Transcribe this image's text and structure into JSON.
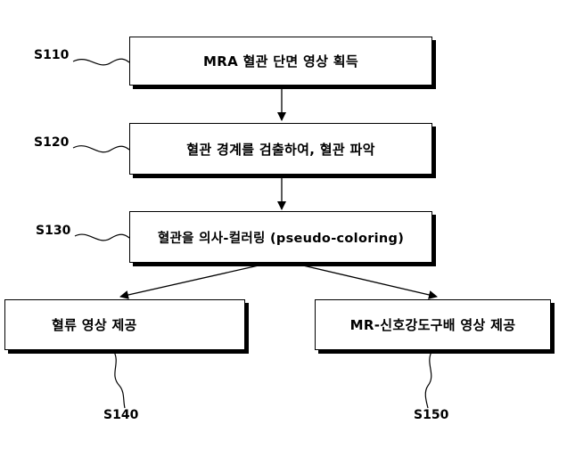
{
  "steps": {
    "s110": {
      "id": "S110",
      "text": "MRA 혈관 단면 영상 획득"
    },
    "s120": {
      "id": "S120",
      "text": "혈관 경계를 검출하여, 혈관 파악"
    },
    "s130": {
      "id": "S130",
      "text": "혈관을 의사-컬러링 (pseudo-coloring)"
    },
    "s140": {
      "id": "S140",
      "text": "혈류 영상 제공"
    },
    "s150": {
      "id": "S150",
      "text": "MR-신호강도구배 영상 제공"
    }
  },
  "colors": {
    "line": "#000000",
    "background": "#ffffff"
  }
}
